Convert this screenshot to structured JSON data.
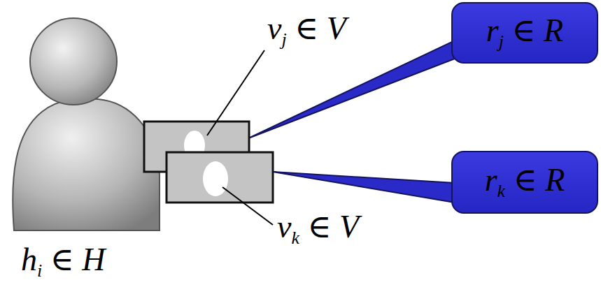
{
  "diagram": {
    "nodes": [
      {
        "text": [
          "rj ∈ R"
        ]
      },
      {
        "text": [
          "rk ∈ R"
        ]
      }
    ],
    "labels": [
      "vj ∈ V",
      "vk ∈ V",
      "hi ∈ H"
    ]
  }
}
